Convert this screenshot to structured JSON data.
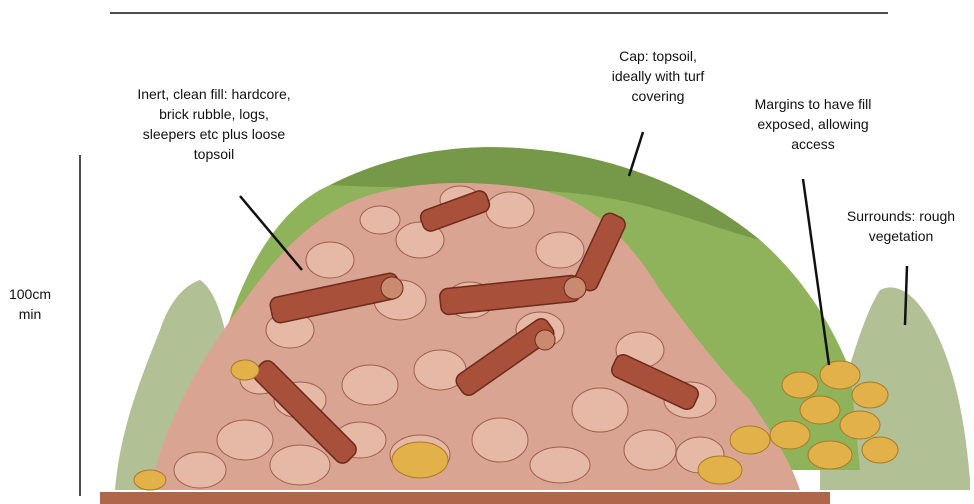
{
  "labels": {
    "fill": [
      "Inert, clean fill: hardcore,",
      "brick rubble, logs,",
      "sleepers etc plus loose",
      "topsoil"
    ],
    "cap": [
      "Cap: topsoil,",
      "ideally with turf",
      "covering"
    ],
    "margins": [
      "Margins to have fill",
      "exposed, allowing",
      "access"
    ],
    "surrounds": [
      "Surrounds: rough",
      "vegetation"
    ],
    "height": [
      "100cm",
      "min"
    ]
  },
  "colors": {
    "grass": "#8fb35a",
    "grass_dark": "#5c7f36",
    "stone": "#d9a592",
    "stone_dark": "#b97a66",
    "log": "#a8503a",
    "log_dark": "#6e2a1c",
    "yellow_stone": "#e3b14a",
    "soil": "#b0664a",
    "line": "#111111"
  }
}
